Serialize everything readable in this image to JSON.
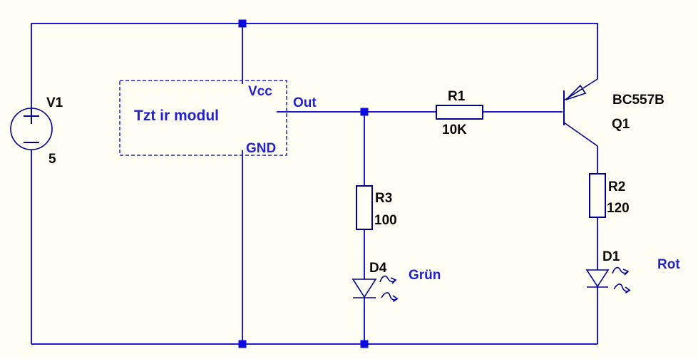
{
  "colors": {
    "background": "#fffef5",
    "wire": "#1c1cd2",
    "component": "#000090",
    "junction": "#0b0be0",
    "text_blue": "#2222cc",
    "text_black": "#0a0a0a"
  },
  "source": {
    "label": "V1",
    "value": "5"
  },
  "module": {
    "title": "Tzt ir modul",
    "vcc": "Vcc",
    "gnd": "GND",
    "out": "Out"
  },
  "r1": {
    "label": "R1",
    "value": "10K"
  },
  "r3": {
    "label": "R3",
    "value": "100"
  },
  "r2": {
    "label": "R2",
    "value": "120"
  },
  "transistor": {
    "part": "BC557B",
    "ref": "Q1"
  },
  "led_green": {
    "ref": "D4",
    "note": "Grün"
  },
  "led_red": {
    "ref": "D1",
    "note": "Rot"
  }
}
